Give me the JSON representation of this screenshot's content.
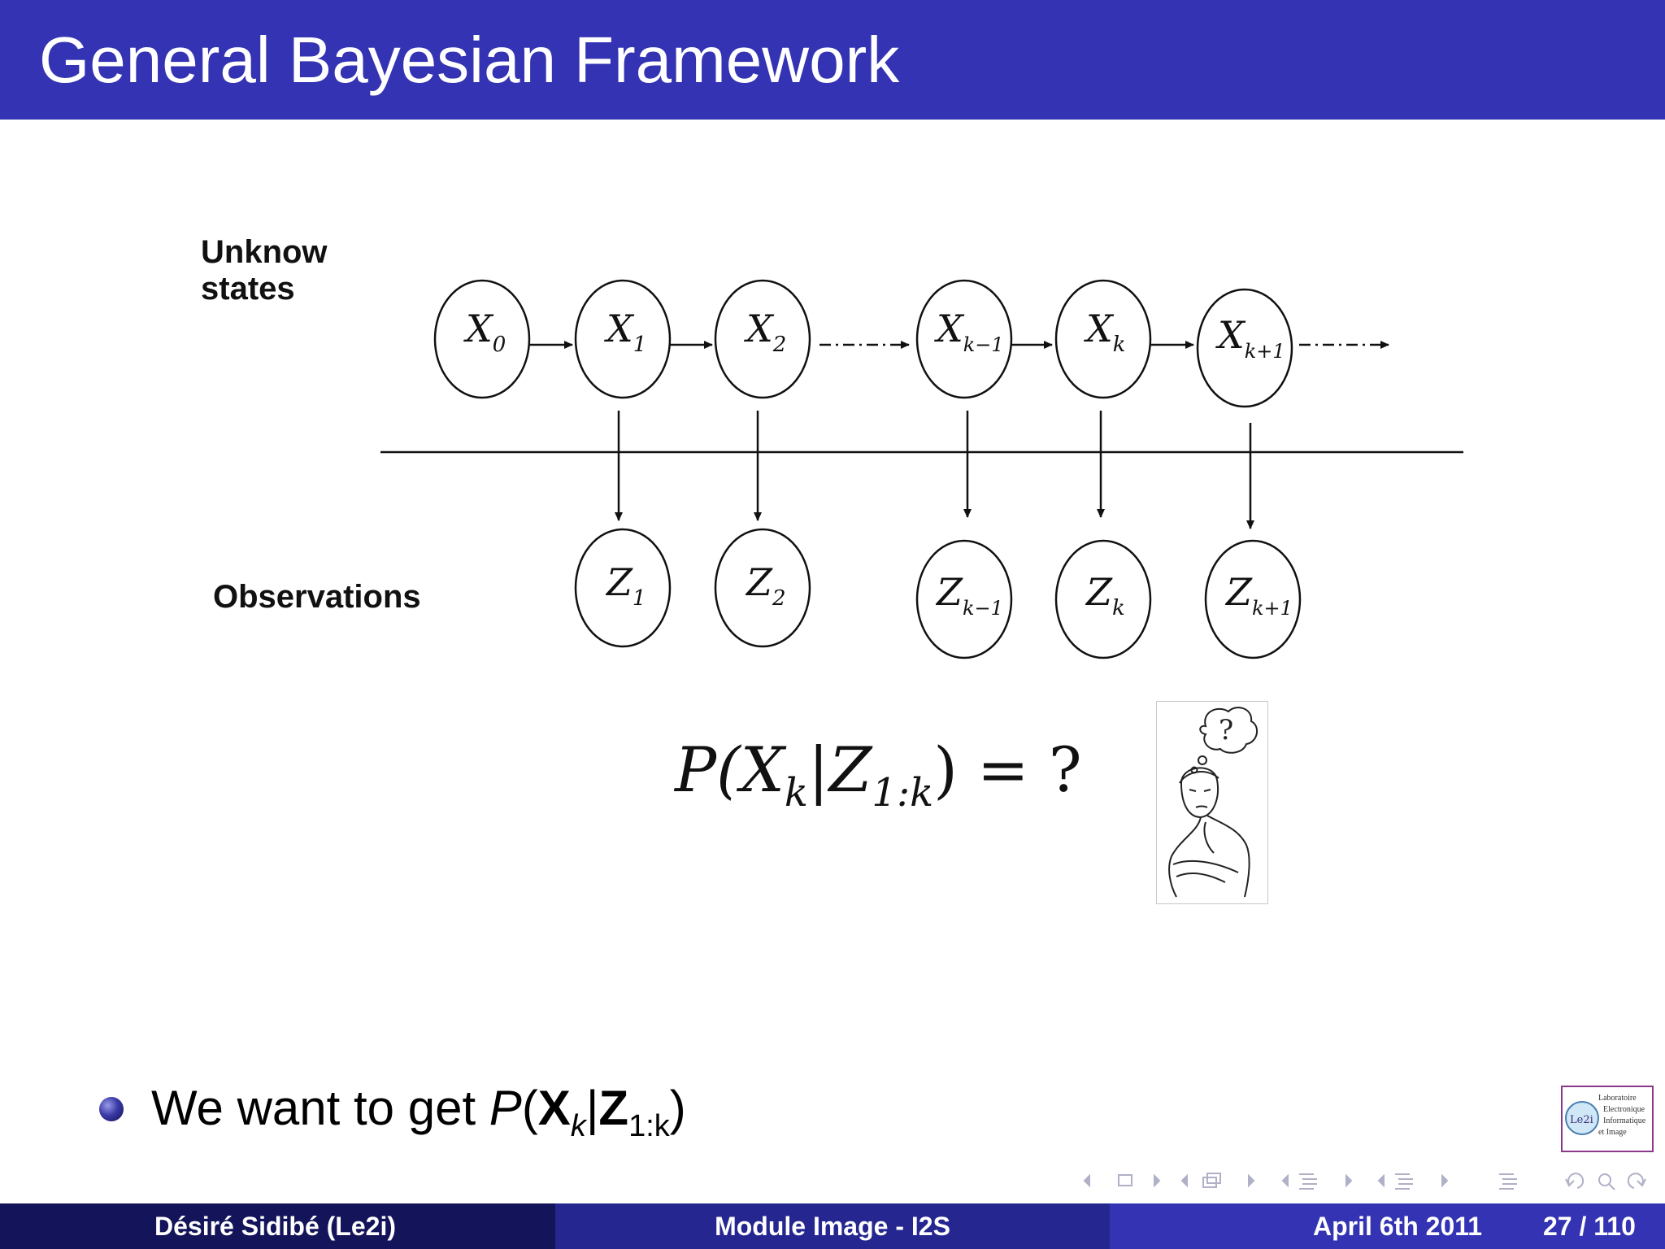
{
  "slide": {
    "title": "General Bayesian Framework"
  },
  "diagram": {
    "label_states": "Unknow states",
    "label_observations": "Observations",
    "state_nodes": [
      {
        "sym": "X",
        "sub": "0"
      },
      {
        "sym": "X",
        "sub": "1"
      },
      {
        "sym": "X",
        "sub": "2"
      },
      {
        "sym": "X",
        "sub": "k−1"
      },
      {
        "sym": "X",
        "sub": "k"
      },
      {
        "sym": "X",
        "sub": "k+1"
      }
    ],
    "observation_nodes": [
      {
        "sym": "Z",
        "sub": "1"
      },
      {
        "sym": "Z",
        "sub": "2"
      },
      {
        "sym": "Z",
        "sub": "k−1"
      },
      {
        "sym": "Z",
        "sub": "k"
      },
      {
        "sym": "Z",
        "sub": "k+1"
      }
    ]
  },
  "formula": {
    "lead": "P(X",
    "sub_k": "k",
    "mid": "|Z",
    "sub_range": "1:k",
    "tail": ") = ?"
  },
  "cartoon": {
    "icon": "thinking-person-icon",
    "bubble_text": "?"
  },
  "bullet": {
    "intro": "We want to get ",
    "p": "P",
    "open": "(",
    "x": "X",
    "sub_k": "k",
    "bar": "|",
    "z": "Z",
    "sub_range": "1:k",
    "close": ")"
  },
  "logo": {
    "badge": "Le2i",
    "lines": [
      "Laboratoire",
      "Electronique",
      "Informatique",
      "et Image"
    ]
  },
  "footer": {
    "author": "Désiré Sidibé  (Le2i)",
    "course": "Module Image - I2S",
    "date": "April 6th 2011",
    "page": "27 / 110"
  },
  "colors": {
    "title_bar": "#3333b3",
    "footer_left": "#14145a",
    "footer_mid": "#262691",
    "footer_right": "#3333b3"
  }
}
